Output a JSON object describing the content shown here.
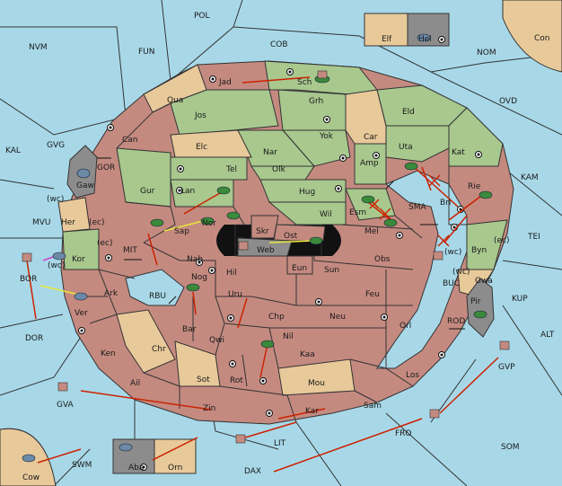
{
  "seas": {
    "pol": "POL",
    "nvm": "NVM",
    "fun": "FUN",
    "cob": "COB",
    "nom": "NOM",
    "ovd": "OVD",
    "kal": "KAL",
    "gvg": "GVG",
    "kam": "KAM",
    "mvu": "MVU",
    "tei": "TEI",
    "sma": "SMA",
    "mit": "MIT",
    "rbu": "RBU",
    "bor": "BOR",
    "buc": "BUC",
    "kup": "KUP",
    "alt": "ALT",
    "dor": "DOR",
    "rod": "ROD",
    "gor": "GOR",
    "gvp": "GVP",
    "gva": "GVA",
    "lit": "LIT",
    "fro": "FRO",
    "som": "SOM",
    "swm": "SWM",
    "dax": "DAX"
  },
  "provinces": {
    "jad": "Jad",
    "sch": "Sch",
    "qua": "Qua",
    "jos": "Jos",
    "grh": "Grh",
    "eld": "Eld",
    "can": "Can",
    "elc": "Elc",
    "nar": "Nar",
    "yok": "Yok",
    "car": "Car",
    "uta": "Uta",
    "kat": "Kat",
    "gur": "Gur",
    "tel": "Tel",
    "olk": "Olk",
    "amp": "Amp",
    "gaw": "Gaw",
    "lan": "Lan",
    "hug": "Hug",
    "bri": "Bri",
    "rie": "Rie",
    "her": "Her",
    "nor": "Nor",
    "wil": "Wil",
    "esm": "Esm",
    "sap": "Sap",
    "skr": "Skr",
    "ost": "Ost",
    "mel": "Mel",
    "kor": "Kor",
    "web": "Web",
    "byn": "Byn",
    "nab": "Nab",
    "eun": "Eun",
    "obs": "Obs",
    "hil": "Hil",
    "sun": "Sun",
    "gwa": "Gwa",
    "ark": "Ark",
    "nog": "Nog",
    "uru": "Uru",
    "feu": "Feu",
    "ver": "Ver",
    "pir": "Pir",
    "chp": "Chp",
    "neu": "Neu",
    "bar": "Bar",
    "orl": "Orl",
    "qwi": "Qwi",
    "nil": "Nil",
    "chr": "Chr",
    "ken": "Ken",
    "kaa": "Kaa",
    "los": "Los",
    "sot": "Sot",
    "rot": "Rot",
    "ail": "Ail",
    "mou": "Mou",
    "zin": "Zin",
    "sam": "Sam",
    "kar": "Kar",
    "elf": "Elf",
    "hel": "Hel",
    "con": "Con",
    "aba": "Aba",
    "orn": "Orn",
    "cow": "Cow"
  },
  "coasts": {
    "wc_her": "(wc)",
    "ec_her": "(ec)",
    "ec_kor": "(ec)",
    "wc_kor": "(wc)",
    "ec_byn": "(ec)",
    "wc_byn": "(wc)",
    "wc_gwa": "(wc)"
  },
  "colors": {
    "red": "#c48a80",
    "green": "#a8c88e",
    "tan": "#e8c99a",
    "grey": "#8c8c8c",
    "sea": "#a8d8e8",
    "order": "#cc2200"
  }
}
